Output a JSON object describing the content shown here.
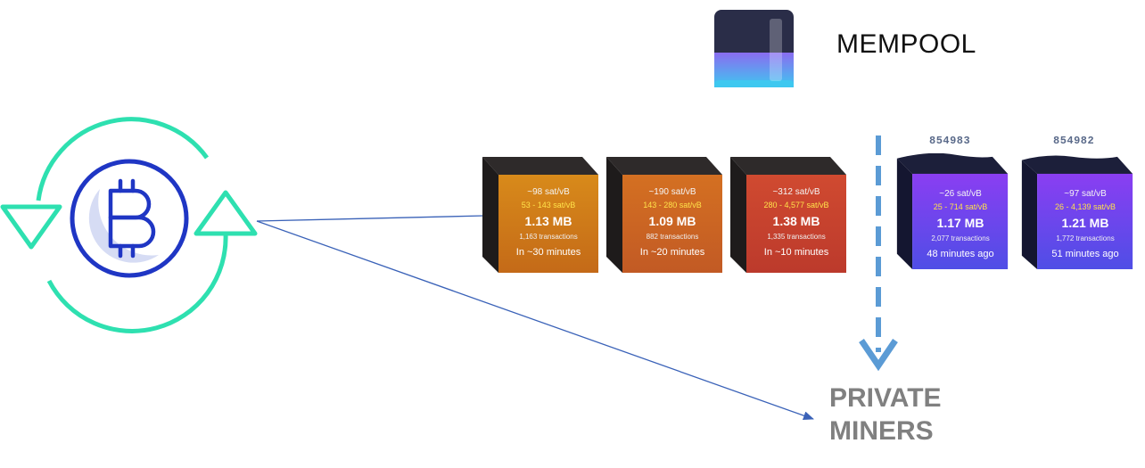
{
  "mempool": {
    "title": "MEMPOOL",
    "logo_icon": "mempool-logo-icon"
  },
  "bitcoin_icon": "bitcoin-cycle-icon",
  "colors": {
    "cycle_arrows": "#2ee0b0",
    "bitcoin_circle": "#1f36c4",
    "connector_line": "#3a62b8",
    "dashed_arrow": "#5b9bd5",
    "mempool_orange": "#d27a1c",
    "mempool_red": "#c84030",
    "mined_purple": "#7a3ef0"
  },
  "projected_blocks": [
    {
      "fee": "~98 sat/vB",
      "range": "53 - 143 sat/vB",
      "size": "1.13 MB",
      "transactions": "1,163 transactions",
      "time": "In ~30 minutes",
      "top_color": "#d88a1a",
      "bottom_color": "#c46a18"
    },
    {
      "fee": "~190 sat/vB",
      "range": "143 - 280 sat/vB",
      "size": "1.09 MB",
      "transactions": "882 transactions",
      "time": "In ~20 minutes",
      "top_color": "#d47022",
      "bottom_color": "#c25a24"
    },
    {
      "fee": "~312 sat/vB",
      "range": "280 - 4,577 sat/vB",
      "size": "1.38 MB",
      "transactions": "1,335 transactions",
      "time": "In ~10 minutes",
      "top_color": "#d04a30",
      "bottom_color": "#bc3a2c"
    }
  ],
  "mined_blocks": [
    {
      "height": "854983",
      "fee": "~26 sat/vB",
      "range": "25 - 714 sat/vB",
      "size": "1.17 MB",
      "transactions": "2,077 transactions",
      "time": "48 minutes ago",
      "top_color": "#8a3ef2",
      "bottom_color": "#4f4ee6"
    },
    {
      "height": "854982",
      "fee": "~97 sat/vB",
      "range": "26 - 4,139 sat/vB",
      "size": "1.21 MB",
      "transactions": "1,772 transactions",
      "time": "51 minutes ago",
      "top_color": "#8a3ef2",
      "bottom_color": "#4f4ee6"
    }
  ],
  "private_miners": {
    "line1": "PRIVATE",
    "line2": "MINERS"
  }
}
